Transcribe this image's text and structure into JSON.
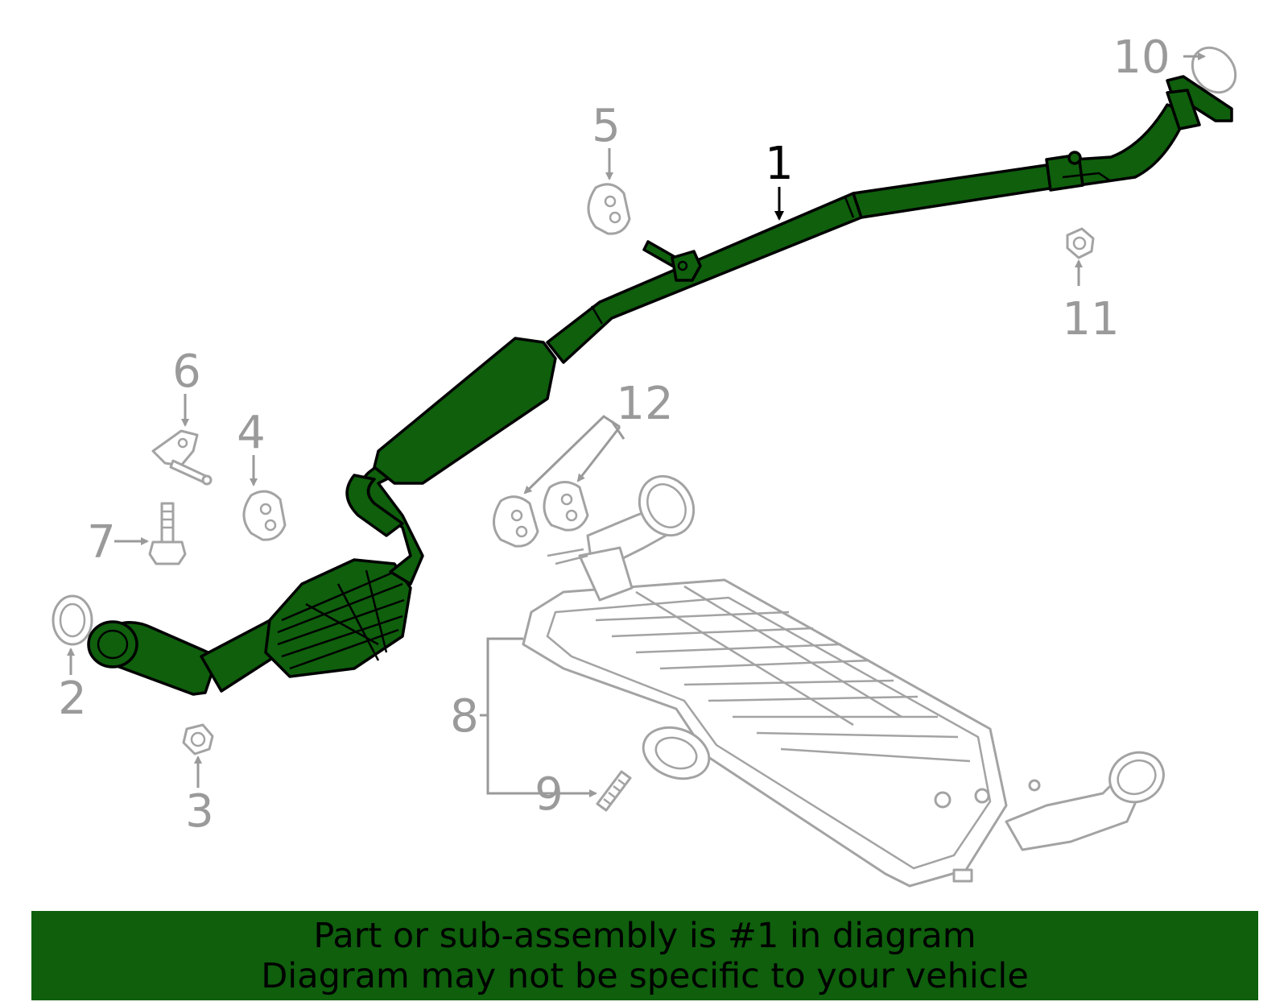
{
  "callouts": {
    "c1": "1",
    "c2": "2",
    "c3": "3",
    "c4": "4",
    "c5": "5",
    "c6": "6",
    "c7": "7",
    "c8": "8",
    "c9": "9",
    "c10": "10",
    "c11": "11",
    "c12": "12"
  },
  "banner": {
    "line1": "Part or sub-assembly is #1 in diagram",
    "line2": "Diagram may not be specific to your vehicle"
  },
  "colors": {
    "highlight_green": "#0f5f0d",
    "callout_gray": "#9a9a9a",
    "part_gray": "#a3a3a3"
  }
}
